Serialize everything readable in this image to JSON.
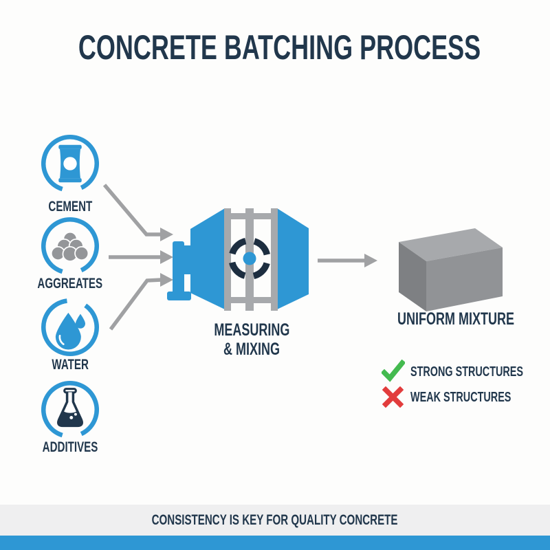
{
  "title": "CONCRETE BATCHING PROCESS",
  "colors": {
    "blue": "#2e97d4",
    "navy": "#21374c",
    "arrow_gray": "#a0a1a3",
    "stone_gray": "#949699",
    "block_top": "#a7a9ac",
    "block_front": "#919396",
    "block_side": "#7e8083",
    "green": "#44ba4f",
    "red": "#e23c3c",
    "footer_band": "#efeff0"
  },
  "inputs": [
    {
      "label": "CEMENT",
      "icon": "cement-bag-icon"
    },
    {
      "label": "AGGREATES",
      "icon": "aggregates-icon"
    },
    {
      "label": "WATER",
      "icon": "water-drop-icon"
    },
    {
      "label": "ADDITIVES",
      "icon": "flask-icon"
    }
  ],
  "process": {
    "line1": "MEASURING",
    "line2": "& MIXING",
    "icon": "concrete-mixer-icon"
  },
  "output": {
    "label": "UNIFORM MIXTURE",
    "icon": "concrete-block-icon"
  },
  "outcomes": [
    {
      "label": "STRONG STRUCTURES",
      "icon": "check-icon"
    },
    {
      "label": "WEAK STRUCTURES",
      "icon": "cross-icon"
    }
  ],
  "footer": {
    "text": "CONSISTENCY IS KEY FOR QUALITY CONCRETE"
  }
}
